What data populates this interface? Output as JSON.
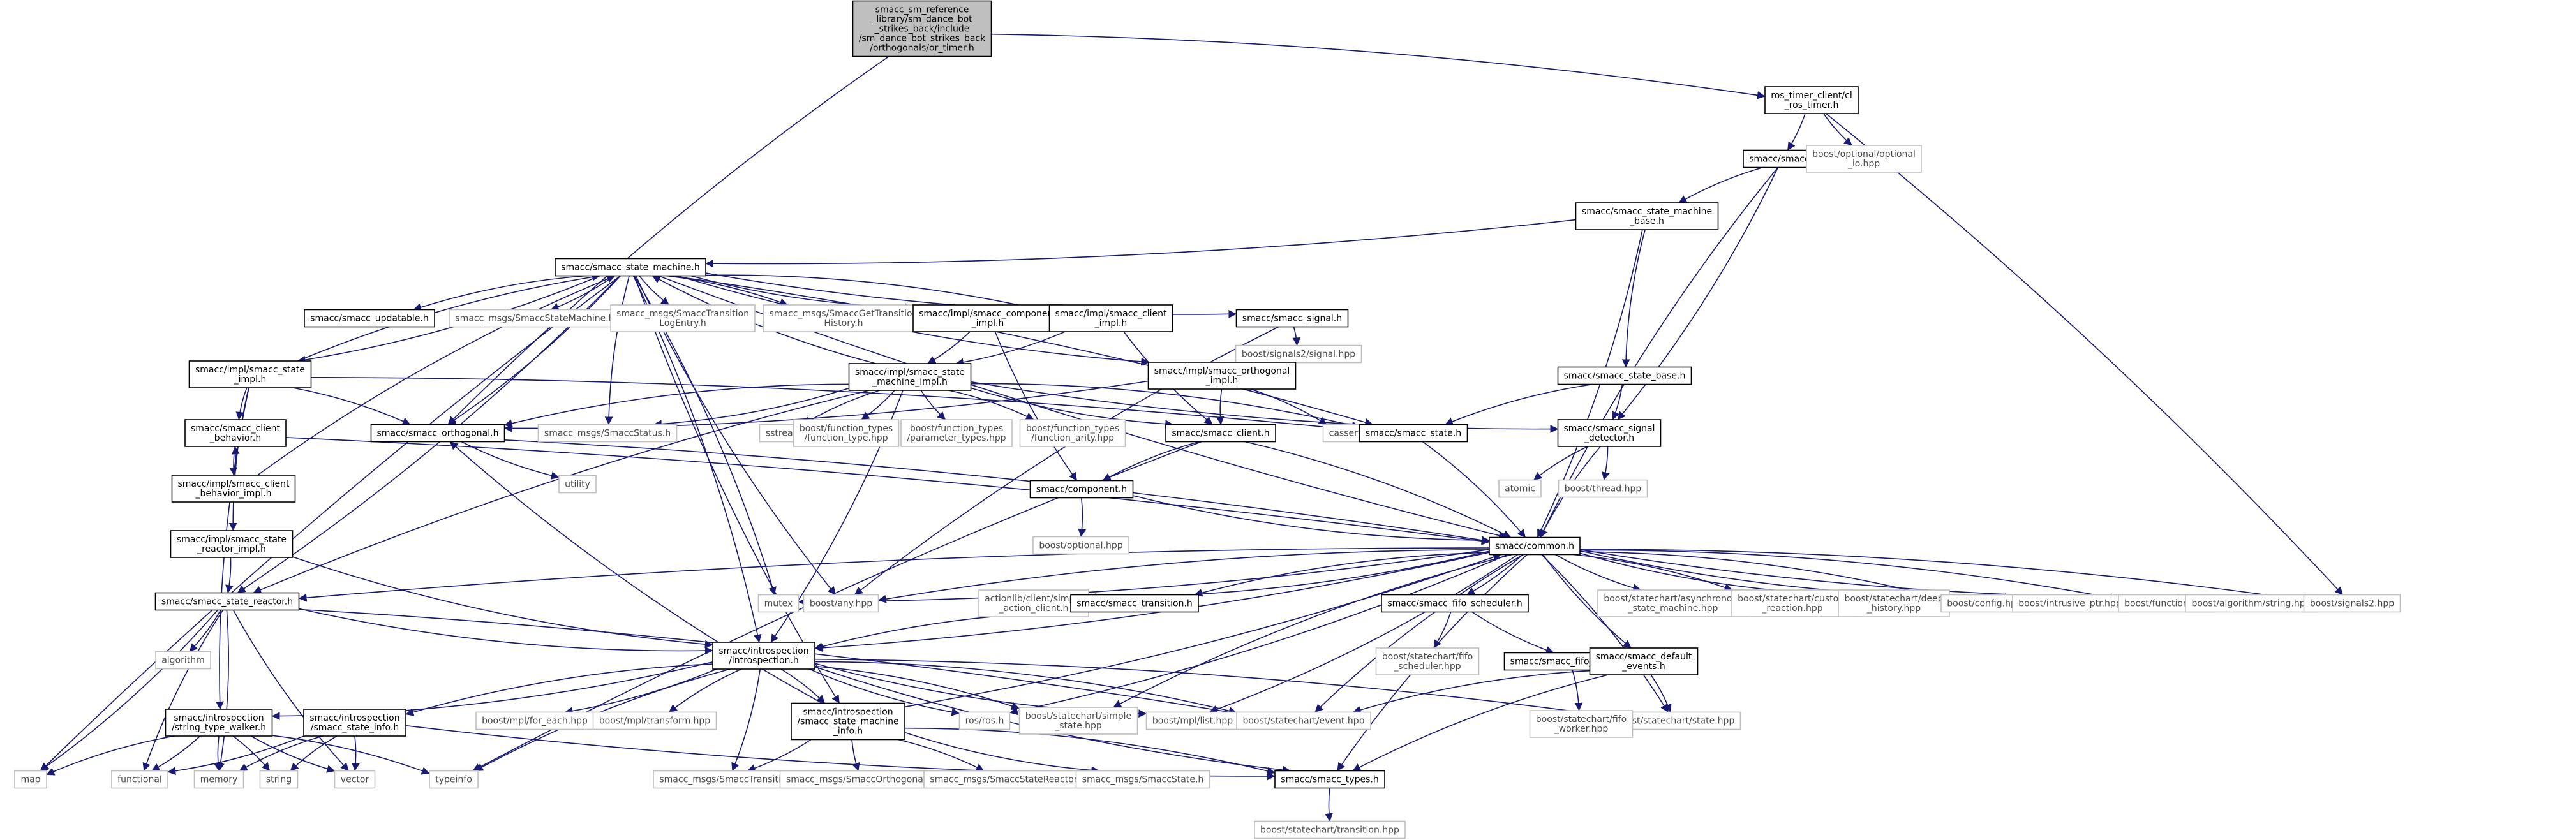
{
  "colors": {
    "edge": "#191970",
    "root_fill": "#bfbfbf",
    "box_stroke": "#000000",
    "external_stroke": "#bfbfbf"
  },
  "nodes": [
    {
      "id": "root",
      "lines": [
        "smacc_sm_reference",
        "_library/sm_dance_bot",
        "_strikes_back/include",
        "/sm_dance_bot_strikes_back",
        "/orthogonals/or_timer.h"
      ]
    },
    {
      "id": "rostimer",
      "lines": [
        "ros_timer_client/cl",
        "_ros_timer.h"
      ]
    },
    {
      "id": "smacch",
      "lines": [
        "smacc/smacc.h"
      ]
    },
    {
      "id": "boptio",
      "lines": [
        "boost/optional/optional",
        "_io.hpp"
      ]
    },
    {
      "id": "smbase",
      "lines": [
        "smacc/smacc_state_machine",
        "_base.h"
      ]
    },
    {
      "id": "ssm",
      "lines": [
        "smacc/smacc_state_machine.h"
      ]
    },
    {
      "id": "upd",
      "lines": [
        "smacc/smacc_updatable.h"
      ]
    },
    {
      "id": "msgssm",
      "lines": [
        "smacc_msgs/SmaccStateMachine.h"
      ]
    },
    {
      "id": "msgtle",
      "lines": [
        "smacc_msgs/SmaccTransition",
        "LogEntry.h"
      ]
    },
    {
      "id": "msgget",
      "lines": [
        "smacc_msgs/SmaccGetTransition",
        "History.h"
      ]
    },
    {
      "id": "compimpl",
      "lines": [
        "smacc/impl/smacc_component",
        "_impl.h"
      ]
    },
    {
      "id": "climpl",
      "lines": [
        "smacc/impl/smacc_client",
        "_impl.h"
      ]
    },
    {
      "id": "signal",
      "lines": [
        "smacc/smacc_signal.h"
      ]
    },
    {
      "id": "bsignals2sig",
      "lines": [
        "boost/signals2/signal.hpp"
      ]
    },
    {
      "id": "stimpl",
      "lines": [
        "smacc/impl/smacc_state",
        "_impl.h"
      ]
    },
    {
      "id": "smimpl",
      "lines": [
        "smacc/impl/smacc_state",
        "_machine_impl.h"
      ]
    },
    {
      "id": "orthimpl",
      "lines": [
        "smacc/impl/smacc_orthogonal",
        "_impl.h"
      ]
    },
    {
      "id": "statebase",
      "lines": [
        "smacc/smacc_state_base.h"
      ]
    },
    {
      "id": "clbeh",
      "lines": [
        "smacc/smacc_client",
        "_behavior.h"
      ]
    },
    {
      "id": "orth",
      "lines": [
        "smacc/smacc_orthogonal.h"
      ]
    },
    {
      "id": "msgstatus",
      "lines": [
        "smacc_msgs/SmaccStatus.h"
      ]
    },
    {
      "id": "sstream",
      "lines": [
        "sstream"
      ]
    },
    {
      "id": "bfft",
      "lines": [
        "boost/function_types",
        "/function_type.hpp"
      ]
    },
    {
      "id": "bfpt",
      "lines": [
        "boost/function_types",
        "/parameter_types.hpp"
      ]
    },
    {
      "id": "bffa",
      "lines": [
        "boost/function_types",
        "/function_arity.hpp"
      ]
    },
    {
      "id": "client",
      "lines": [
        "smacc/smacc_client.h"
      ]
    },
    {
      "id": "cassert",
      "lines": [
        "cassert"
      ]
    },
    {
      "id": "state",
      "lines": [
        "smacc/smacc_state.h"
      ]
    },
    {
      "id": "sigdet",
      "lines": [
        "smacc/smacc_signal",
        "_detector.h"
      ]
    },
    {
      "id": "clbehimpl",
      "lines": [
        "smacc/impl/smacc_client",
        "_behavior_impl.h"
      ]
    },
    {
      "id": "utility",
      "lines": [
        "utility"
      ]
    },
    {
      "id": "component",
      "lines": [
        "smacc/component.h"
      ]
    },
    {
      "id": "atomic",
      "lines": [
        "atomic"
      ]
    },
    {
      "id": "bthread",
      "lines": [
        "boost/thread.hpp"
      ]
    },
    {
      "id": "boptional",
      "lines": [
        "boost/optional.hpp"
      ]
    },
    {
      "id": "srimpl",
      "lines": [
        "smacc/impl/smacc_state",
        "_reactor_impl.h"
      ]
    },
    {
      "id": "common",
      "lines": [
        "smacc/common.h"
      ]
    },
    {
      "id": "reactor",
      "lines": [
        "smacc/smacc_state_reactor.h"
      ]
    },
    {
      "id": "mutex",
      "lines": [
        "mutex"
      ]
    },
    {
      "id": "bany",
      "lines": [
        "boost/any.hpp"
      ]
    },
    {
      "id": "aclient",
      "lines": [
        "actionlib/client/simple",
        "_action_client.h"
      ]
    },
    {
      "id": "trans",
      "lines": [
        "smacc/smacc_transition.h"
      ]
    },
    {
      "id": "fifo",
      "lines": [
        "smacc/smacc_fifo_scheduler.h"
      ]
    },
    {
      "id": "bscasync",
      "lines": [
        "boost/statechart/asynchronous",
        "_state_machine.hpp"
      ]
    },
    {
      "id": "bsccustom",
      "lines": [
        "boost/statechart/custom",
        "_reaction.hpp"
      ]
    },
    {
      "id": "bscdeep",
      "lines": [
        "boost/statechart/deep",
        "_history.hpp"
      ]
    },
    {
      "id": "bconfig",
      "lines": [
        "boost/config.hpp"
      ]
    },
    {
      "id": "bintr",
      "lines": [
        "boost/intrusive_ptr.hpp"
      ]
    },
    {
      "id": "bfunction",
      "lines": [
        "boost/function.hpp"
      ]
    },
    {
      "id": "balgo",
      "lines": [
        "boost/algorithm/string.hpp"
      ]
    },
    {
      "id": "bsignals2",
      "lines": [
        "boost/signals2.hpp"
      ]
    },
    {
      "id": "algorithm",
      "lines": [
        "algorithm"
      ]
    },
    {
      "id": "intro",
      "lines": [
        "smacc/introspection",
        "/introspection.h"
      ]
    },
    {
      "id": "bscfifo",
      "lines": [
        "boost/statechart/fifo",
        "_scheduler.hpp"
      ]
    },
    {
      "id": "fifow",
      "lines": [
        "smacc/smacc_fifo_worker.h"
      ]
    },
    {
      "id": "defev",
      "lines": [
        "smacc/smacc_default",
        "_events.h"
      ]
    },
    {
      "id": "stw",
      "lines": [
        "smacc/introspection",
        "/string_type_walker.h"
      ]
    },
    {
      "id": "sinfo",
      "lines": [
        "smacc/introspection",
        "/smacc_state_info.h"
      ]
    },
    {
      "id": "bmplfe",
      "lines": [
        "boost/mpl/for_each.hpp"
      ]
    },
    {
      "id": "bmpltr",
      "lines": [
        "boost/mpl/transform.hpp"
      ]
    },
    {
      "id": "smminfo",
      "lines": [
        "smacc/introspection",
        "/smacc_state_machine",
        "_info.h"
      ]
    },
    {
      "id": "rosh",
      "lines": [
        "ros/ros.h"
      ]
    },
    {
      "id": "bscsimple",
      "lines": [
        "boost/statechart/simple",
        "_state.hpp"
      ]
    },
    {
      "id": "bmpllist",
      "lines": [
        "boost/mpl/list.hpp"
      ]
    },
    {
      "id": "bscevent",
      "lines": [
        "boost/statechart/event.hpp"
      ]
    },
    {
      "id": "bscstate",
      "lines": [
        "boost/statechart/state.hpp"
      ]
    },
    {
      "id": "bscfifow",
      "lines": [
        "boost/statechart/fifo",
        "_worker.hpp"
      ]
    },
    {
      "id": "map",
      "lines": [
        "map"
      ]
    },
    {
      "id": "functional",
      "lines": [
        "functional"
      ]
    },
    {
      "id": "memory",
      "lines": [
        "memory"
      ]
    },
    {
      "id": "string",
      "lines": [
        "string"
      ]
    },
    {
      "id": "vector",
      "lines": [
        "vector"
      ]
    },
    {
      "id": "typeinfo",
      "lines": [
        "typeinfo"
      ]
    },
    {
      "id": "msgtrans",
      "lines": [
        "smacc_msgs/SmaccTransition.h"
      ]
    },
    {
      "id": "msgorth",
      "lines": [
        "smacc_msgs/SmaccOrthogonal.h"
      ]
    },
    {
      "id": "msgsr",
      "lines": [
        "smacc_msgs/SmaccStateReactor.h"
      ]
    },
    {
      "id": "msgstate",
      "lines": [
        "smacc_msgs/SmaccState.h"
      ]
    },
    {
      "id": "types",
      "lines": [
        "smacc/smacc_types.h"
      ]
    },
    {
      "id": "bsctrans",
      "lines": [
        "boost/statechart/transition.hpp"
      ]
    }
  ],
  "edges": [
    [
      "root",
      "rostimer"
    ],
    [
      "root",
      "orth"
    ],
    [
      "rostimer",
      "smacch"
    ],
    [
      "rostimer",
      "boptio"
    ],
    [
      "rostimer",
      "bsignals2"
    ],
    [
      "smacch",
      "smbase"
    ],
    [
      "smacch",
      "sigdet"
    ],
    [
      "smacch",
      "common"
    ],
    [
      "smbase",
      "ssm"
    ],
    [
      "smbase",
      "statebase"
    ],
    [
      "smbase",
      "common"
    ],
    [
      "ssm",
      "upd"
    ],
    [
      "ssm",
      "msgssm"
    ],
    [
      "ssm",
      "msgtle"
    ],
    [
      "ssm",
      "msgget"
    ],
    [
      "ssm",
      "compimpl"
    ],
    [
      "ssm",
      "climpl"
    ],
    [
      "ssm",
      "signal"
    ],
    [
      "ssm",
      "stimpl"
    ],
    [
      "ssm",
      "orthimpl"
    ],
    [
      "ssm",
      "orth"
    ],
    [
      "ssm",
      "msgstatus"
    ],
    [
      "ssm",
      "state"
    ],
    [
      "ssm",
      "common"
    ],
    [
      "ssm",
      "reactor"
    ],
    [
      "ssm",
      "map"
    ],
    [
      "ssm",
      "mutex"
    ],
    [
      "ssm",
      "bany"
    ],
    [
      "ssm",
      "intro"
    ],
    [
      "ssm",
      "smminfo"
    ],
    [
      "compimpl",
      "smimpl"
    ],
    [
      "compimpl",
      "component"
    ],
    [
      "climpl",
      "smimpl"
    ],
    [
      "climpl",
      "client"
    ],
    [
      "signal",
      "bsignals2sig"
    ],
    [
      "signal",
      "bany"
    ],
    [
      "stimpl",
      "ssm"
    ],
    [
      "stimpl",
      "clbeh"
    ],
    [
      "stimpl",
      "orth"
    ],
    [
      "stimpl",
      "srimpl"
    ],
    [
      "stimpl",
      "state"
    ],
    [
      "stimpl",
      "stw"
    ],
    [
      "smimpl",
      "ssm"
    ],
    [
      "smimpl",
      "orth"
    ],
    [
      "smimpl",
      "msgstatus"
    ],
    [
      "smimpl",
      "sstream"
    ],
    [
      "smimpl",
      "bfft"
    ],
    [
      "smimpl",
      "bfpt"
    ],
    [
      "smimpl",
      "bffa"
    ],
    [
      "smimpl",
      "client"
    ],
    [
      "smimpl",
      "state"
    ],
    [
      "smimpl",
      "sigdet"
    ],
    [
      "smimpl",
      "intro"
    ],
    [
      "smimpl",
      "reactor"
    ],
    [
      "orthimpl",
      "orth"
    ],
    [
      "orthimpl",
      "client"
    ],
    [
      "orthimpl",
      "cassert"
    ],
    [
      "statebase",
      "state"
    ],
    [
      "statebase",
      "sigdet"
    ],
    [
      "clbeh",
      "clbehimpl"
    ],
    [
      "clbeh",
      "common"
    ],
    [
      "clbehimpl",
      "clbeh"
    ],
    [
      "clbehimpl",
      "ssm"
    ],
    [
      "orth",
      "utility"
    ],
    [
      "orth",
      "common"
    ],
    [
      "client",
      "component"
    ],
    [
      "client",
      "common"
    ],
    [
      "client",
      "typeinfo"
    ],
    [
      "component",
      "boptional"
    ],
    [
      "component",
      "common"
    ],
    [
      "state",
      "common"
    ],
    [
      "sigdet",
      "atomic"
    ],
    [
      "sigdet",
      "bthread"
    ],
    [
      "sigdet",
      "common"
    ],
    [
      "srimpl",
      "reactor"
    ],
    [
      "srimpl",
      "intro"
    ],
    [
      "common",
      "mutex"
    ],
    [
      "common",
      "bany"
    ],
    [
      "common",
      "aclient"
    ],
    [
      "common",
      "trans"
    ],
    [
      "common",
      "fifo"
    ],
    [
      "common",
      "bscasync"
    ],
    [
      "common",
      "bsccustom"
    ],
    [
      "common",
      "bscdeep"
    ],
    [
      "common",
      "bconfig"
    ],
    [
      "common",
      "bintr"
    ],
    [
      "common",
      "bfunction"
    ],
    [
      "common",
      "balgo"
    ],
    [
      "common",
      "bsignals2"
    ],
    [
      "common",
      "reactor"
    ],
    [
      "common",
      "intro"
    ],
    [
      "common",
      "defev"
    ],
    [
      "common",
      "rosh"
    ],
    [
      "common",
      "bscsimple"
    ],
    [
      "common",
      "bmpllist"
    ],
    [
      "common",
      "bscevent"
    ],
    [
      "common",
      "bscstate"
    ],
    [
      "common",
      "types"
    ],
    [
      "reactor",
      "algorithm"
    ],
    [
      "reactor",
      "intro"
    ],
    [
      "reactor",
      "map"
    ],
    [
      "reactor",
      "functional"
    ],
    [
      "reactor",
      "memory"
    ],
    [
      "reactor",
      "vector"
    ],
    [
      "reactor",
      "bscevent"
    ],
    [
      "trans",
      "intro"
    ],
    [
      "fifo",
      "bscfifo"
    ],
    [
      "fifo",
      "fifow"
    ],
    [
      "fifow",
      "bscfifow"
    ],
    [
      "defev",
      "bscevent"
    ],
    [
      "defev",
      "bscstate"
    ],
    [
      "defev",
      "types"
    ],
    [
      "intro",
      "stw"
    ],
    [
      "intro",
      "sinfo"
    ],
    [
      "intro",
      "bmplfe"
    ],
    [
      "intro",
      "bmpltr"
    ],
    [
      "intro",
      "smminfo"
    ],
    [
      "intro",
      "rosh"
    ],
    [
      "intro",
      "bscsimple"
    ],
    [
      "intro",
      "bmpllist"
    ],
    [
      "intro",
      "bscevent"
    ],
    [
      "intro",
      "typeinfo"
    ],
    [
      "intro",
      "msgtrans"
    ],
    [
      "intro",
      "types"
    ],
    [
      "intro",
      "bscstate"
    ],
    [
      "stw",
      "map"
    ],
    [
      "stw",
      "functional"
    ],
    [
      "stw",
      "memory"
    ],
    [
      "stw",
      "string"
    ],
    [
      "stw",
      "vector"
    ],
    [
      "stw",
      "typeinfo"
    ],
    [
      "sinfo",
      "memory"
    ],
    [
      "sinfo",
      "vector"
    ],
    [
      "sinfo",
      "string"
    ],
    [
      "sinfo",
      "functional"
    ],
    [
      "sinfo",
      "types"
    ],
    [
      "smminfo",
      "msgtrans"
    ],
    [
      "smminfo",
      "msgorth"
    ],
    [
      "smminfo",
      "msgsr"
    ],
    [
      "smminfo",
      "msgstate"
    ],
    [
      "smminfo",
      "types"
    ],
    [
      "smminfo",
      "common"
    ],
    [
      "smminfo",
      "orth"
    ],
    [
      "types",
      "bsctrans"
    ]
  ]
}
